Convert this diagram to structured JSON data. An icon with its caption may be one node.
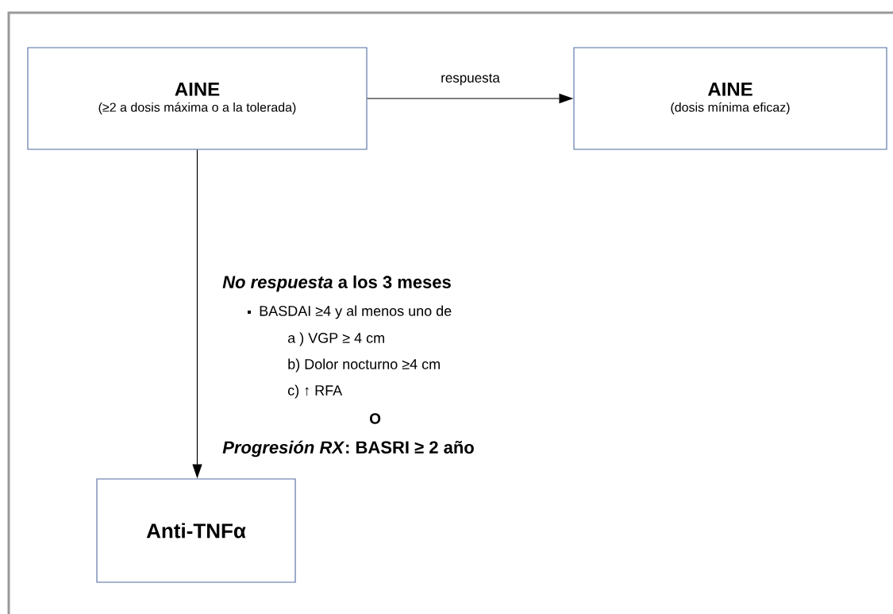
{
  "diagram": {
    "nodes": [
      {
        "text": [
          "AINE",
          "(≥2 a dosis máxima o a la tolerada)"
        ]
      },
      {
        "text": [
          "AINE",
          "(dosis mínima eficaz)"
        ]
      },
      {
        "text": [
          "Anti-TNFα"
        ]
      }
    ],
    "edges": [
      {
        "from": 0,
        "to": 1,
        "arrow": "to",
        "label": "respuesta"
      },
      {
        "from": 0,
        "to": 2,
        "arrow": "to"
      }
    ],
    "labels": [
      "*No respuesta* a los 3 meses",
      "BASDAI ≥4 y al menos uno de",
      "a ) VGP ≥ 4 cm",
      "b) Dolor nocturno ≥4 cm",
      "c) ↑ RFA",
      "O",
      "*Progresión RX*:  BASRI ≥ 2 año"
    ]
  }
}
